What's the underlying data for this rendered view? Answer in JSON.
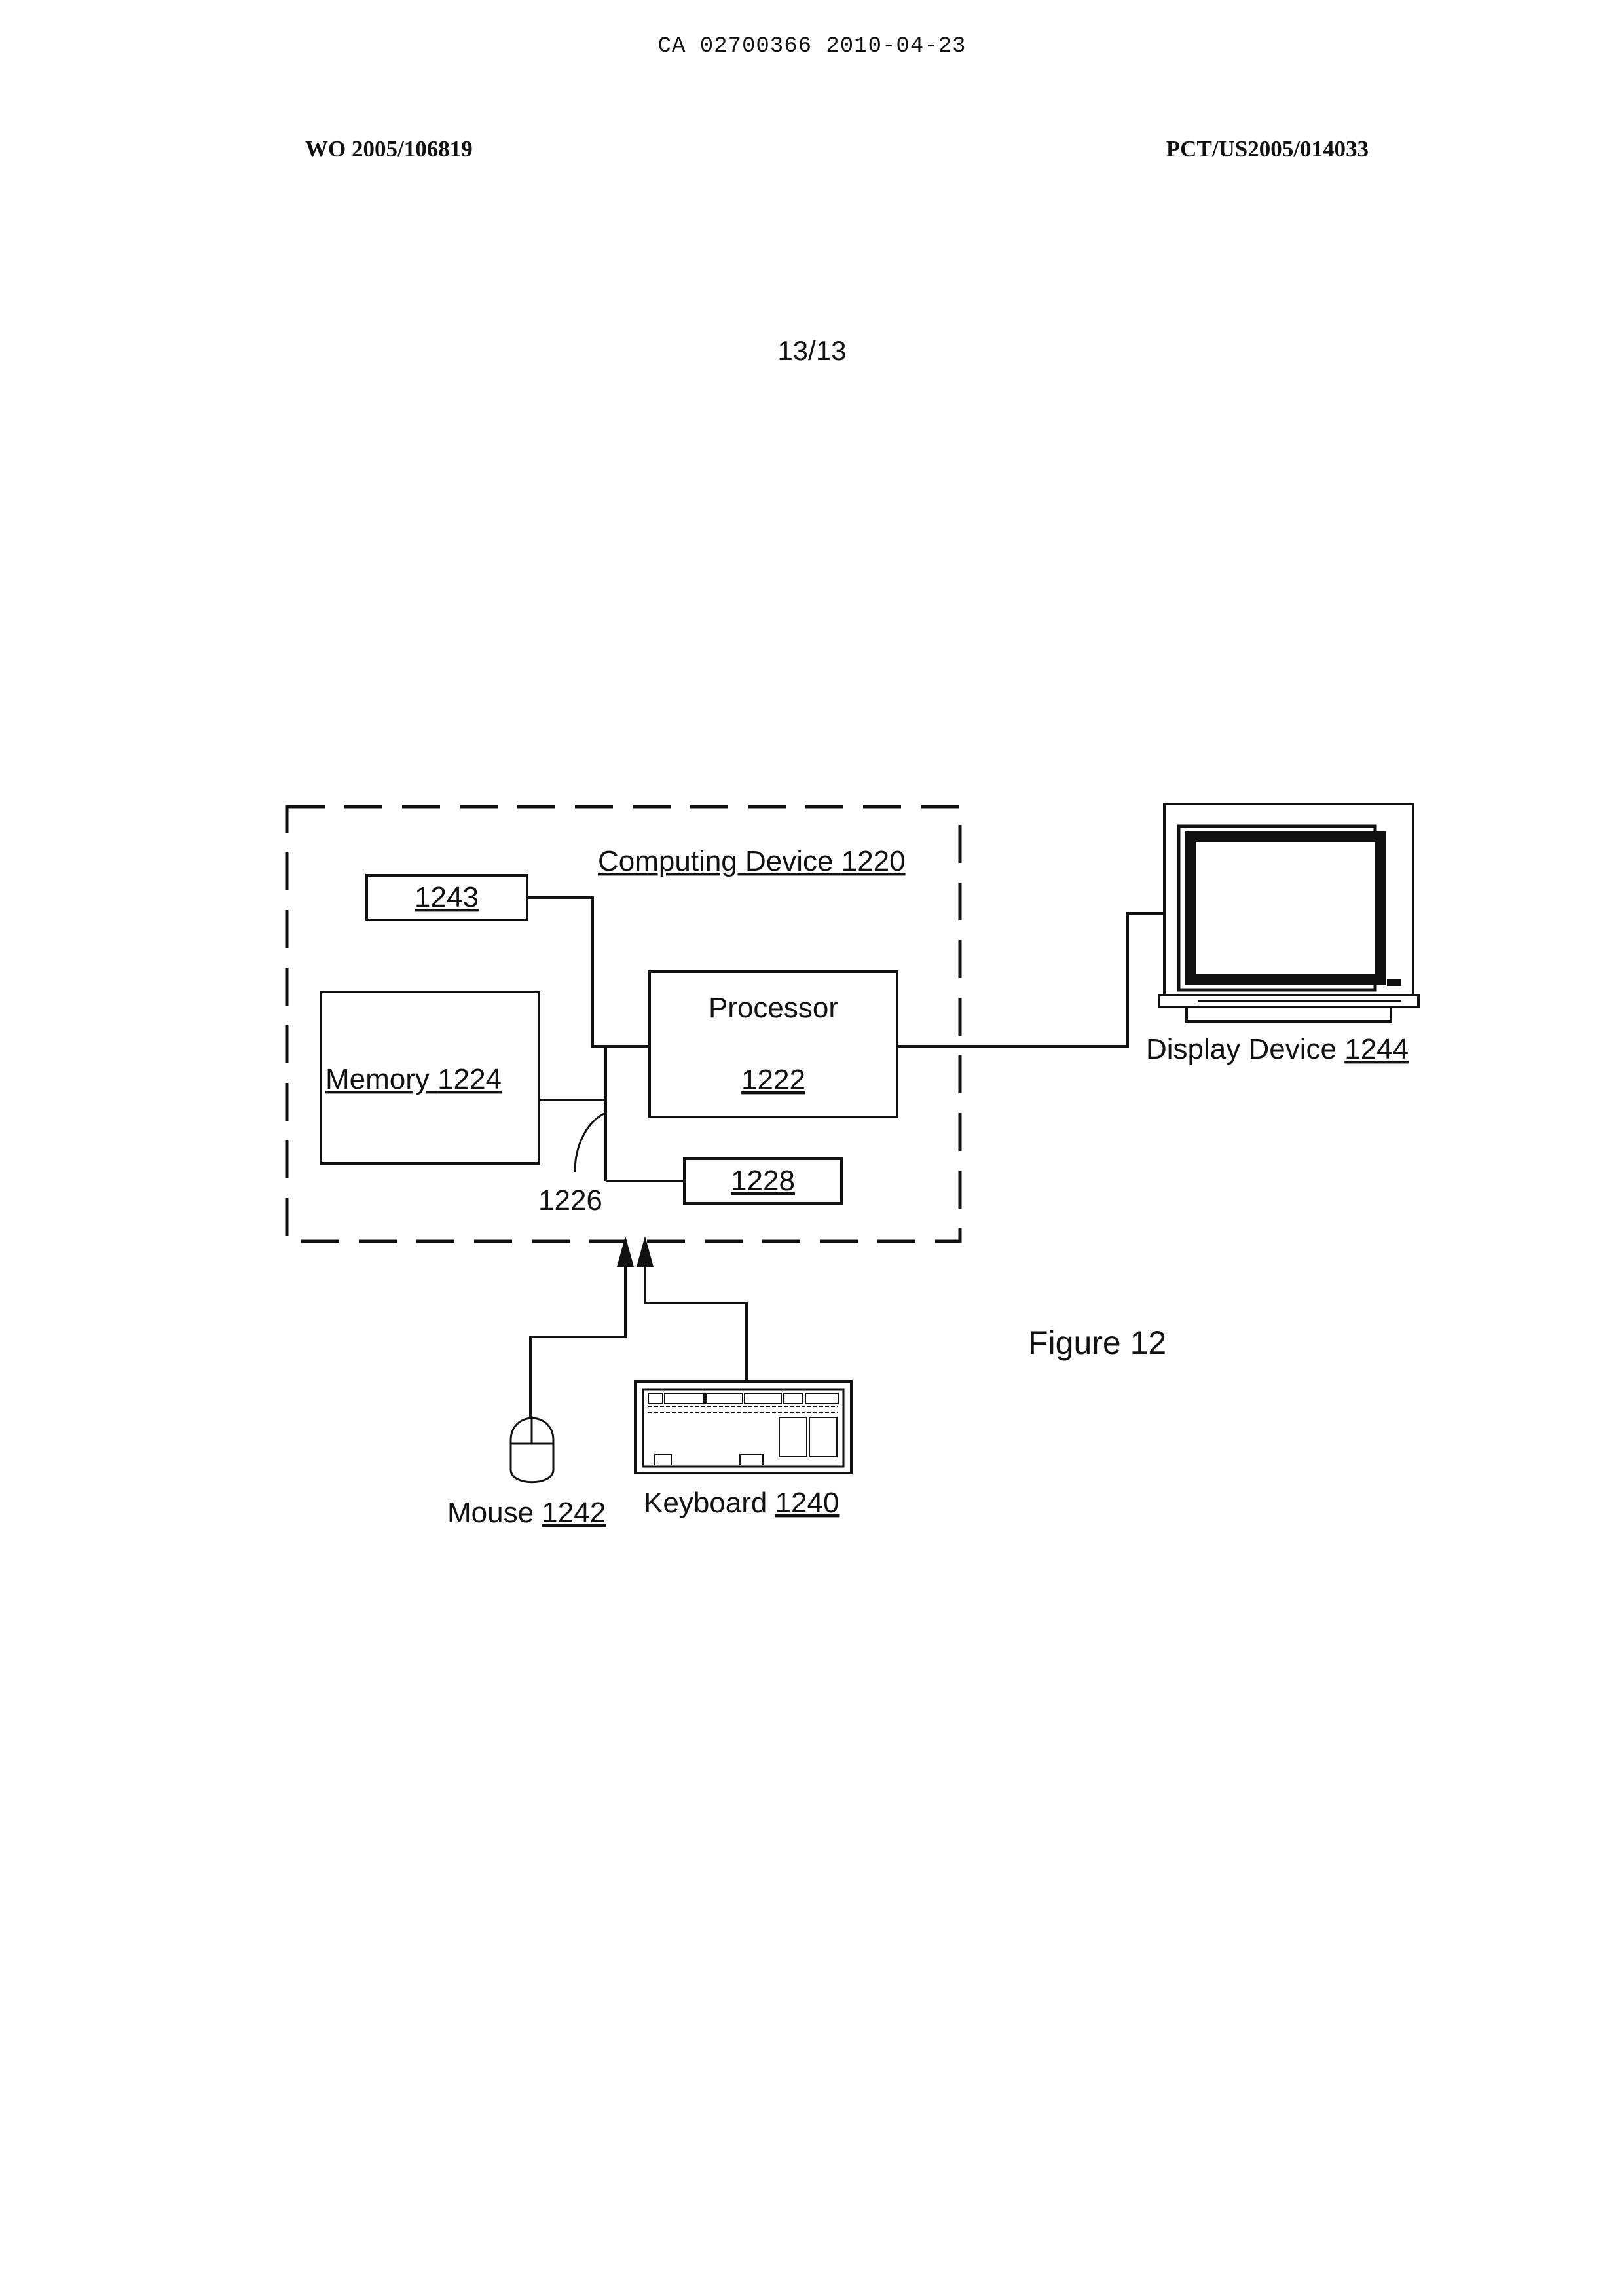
{
  "header": {
    "stamp": "CA 02700366 2010-04-23",
    "publication_number": "WO 2005/106819",
    "application_number": "PCT/US2005/014033"
  },
  "sheet": {
    "page": "13/13"
  },
  "diagram": {
    "computing_device": {
      "prefix": "Computing Device ",
      "ref": "1220"
    },
    "unit_1243": {
      "ref": "1243"
    },
    "processor": {
      "label": "Processor",
      "ref": "1222"
    },
    "memory": {
      "prefix": "Memory ",
      "ref": "1224"
    },
    "bus": {
      "ref": "1226"
    },
    "unit_1228": {
      "ref": "1228"
    },
    "display": {
      "prefix": "Display Device ",
      "ref": "1244"
    },
    "mouse": {
      "prefix": "Mouse ",
      "ref": "1242"
    },
    "keyboard": {
      "prefix": "Keyboard ",
      "ref": "1240"
    },
    "figure_label": "Figure 12"
  }
}
